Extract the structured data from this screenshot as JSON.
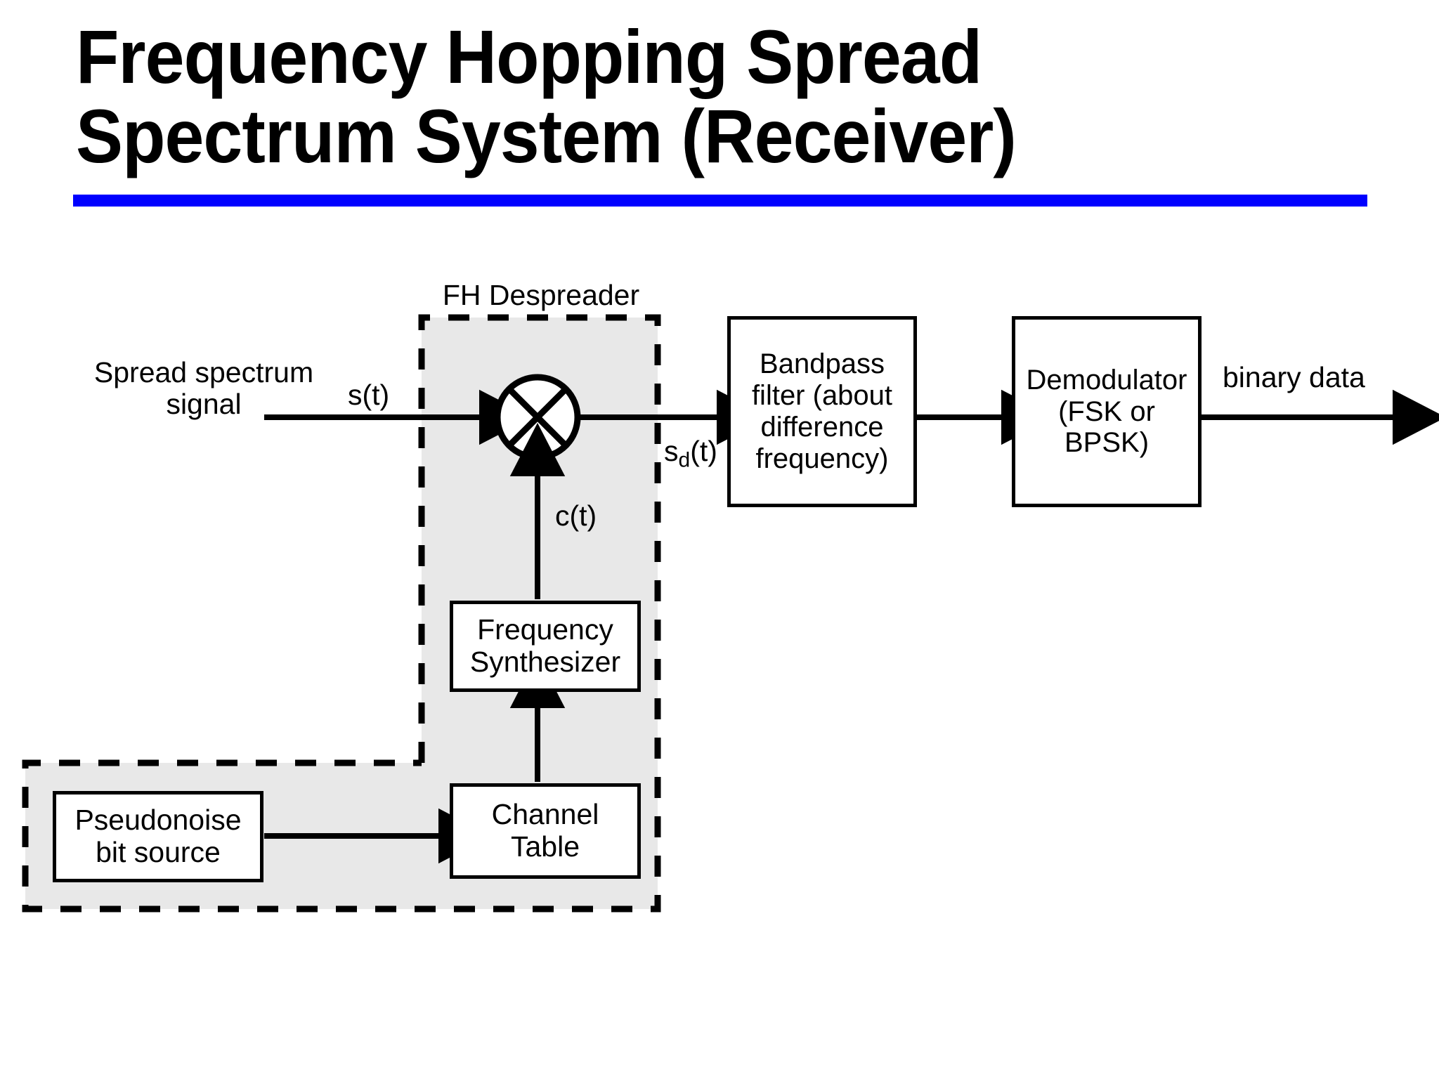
{
  "slide": {
    "title": "Frequency Hopping Spread\nSpectrum System (Receiver)",
    "underline_color": "#0000FF"
  },
  "diagram": {
    "group_label": "FH Despreader",
    "shaded_region_color": "#E8E8E8",
    "blocks": [
      {
        "id": "pseudonoise",
        "label": "Pseudonoise\nbit source"
      },
      {
        "id": "channel-table",
        "label": "Channel\nTable"
      },
      {
        "id": "frequency-synthesizer",
        "label": "Frequency\nSynthesizer"
      },
      {
        "id": "bandpass-filter",
        "label": "Bandpass\nfilter (about\ndifference\nfrequency)"
      },
      {
        "id": "demodulator",
        "label": "Demodulator\n(FSK or\nBPSK)"
      }
    ],
    "mixer": {
      "id": "mixer",
      "symbol": "multiplier-cross"
    },
    "signals": {
      "input_name": "Spread spectrum\nsignal",
      "input_symbol": "s(t)",
      "mixer_output_symbol_base": "s",
      "mixer_output_symbol_sub": "d",
      "mixer_output_symbol_tail": "(t)",
      "hopping_code_symbol": "c(t)",
      "output_name": "binary data"
    }
  }
}
